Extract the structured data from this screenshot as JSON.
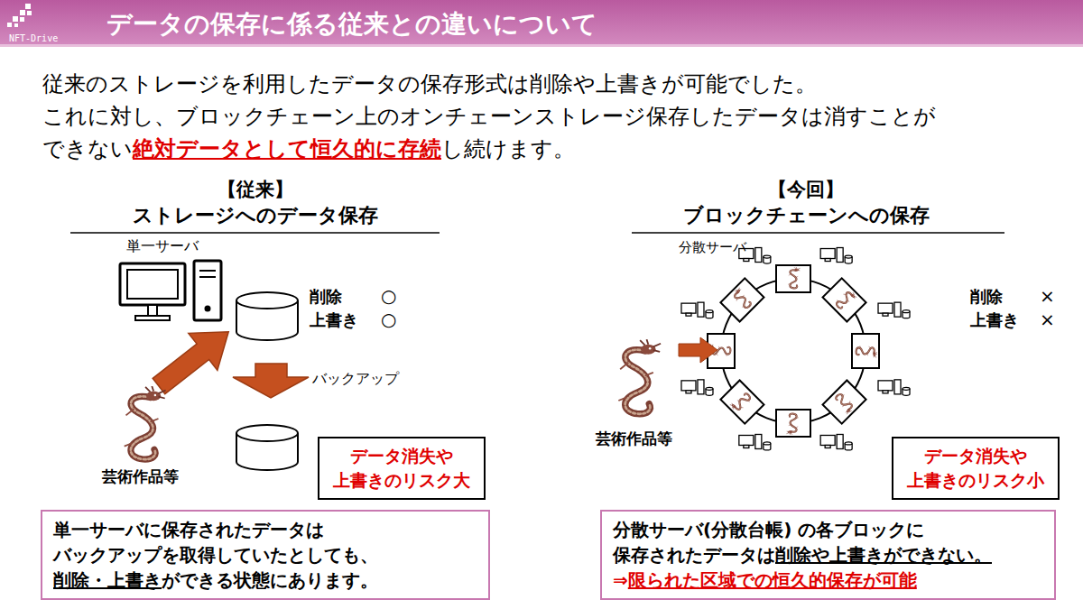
{
  "diagram": {
    "title": "データの保存に係る従来との違いについて",
    "nodes": [
      {
        "text": [
          "データ消失や",
          "上書きのリスク大"
        ]
      },
      {
        "text": [
          "単一サーバに保存されたデータは",
          "バックアップを取得していたとしても、",
          "削除・上書き",
          "ができる状態にあります。"
        ]
      },
      {
        "text": [
          "データ消失や",
          "上書きのリスク小"
        ]
      },
      {
        "text": [
          "分散サーバ(分散台帳) の各ブロックに",
          "保存されたデータは",
          "削除や上書きができない。",
          "⇒",
          "限られた区域での恒久的保存が可能"
        ]
      }
    ],
    "labels": [
      "NFT-Drive",
      "従来のストレージを利用したデータの保存形式は削除や上書きが可能でした。",
      "これに対し、ブロックチェーン上のオンチェーンストレージ保存したデータは消すことが",
      "できない",
      "絶対データとして恒久的に存続",
      "し続けます。",
      "【従来】",
      "ストレージへのデータ保存",
      "【今回】",
      "ブロックチェーンへの保存",
      "単一サーバ",
      "削除",
      "○",
      "上書き",
      "○",
      "バックアップ",
      "芸術作品等",
      "分散サーバ",
      "削除",
      "×",
      "上書き",
      "×",
      "芸術作品等"
    ]
  }
}
